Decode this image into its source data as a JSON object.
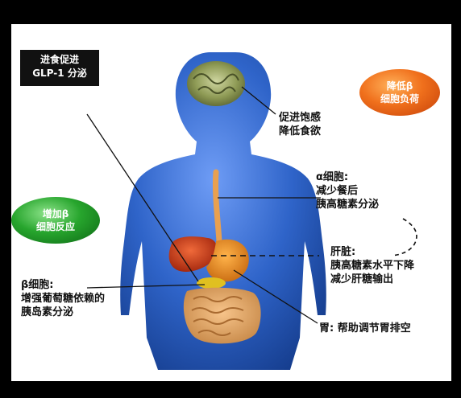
{
  "labels": {
    "glp1_box": [
      "进食促进",
      "GLP-1 分泌"
    ],
    "reduce_beta": [
      "降低β",
      "细胞负荷"
    ],
    "increase_beta": [
      "增加β",
      "细胞反应"
    ],
    "brain": [
      "促进饱感",
      "降低食欲"
    ],
    "alpha_cells": [
      "α细胞:",
      "减少餐后",
      "胰高糖素分泌"
    ],
    "liver": [
      "肝脏:",
      "胰高糖素水平下降",
      "减少肝糖输出"
    ],
    "beta_cells": [
      "β细胞:",
      "增强葡萄糖依赖的",
      "胰岛素分泌"
    ],
    "stomach": [
      "胃: 帮助调节胃排空"
    ]
  },
  "colors": {
    "body_blue": "#2f64c9",
    "body_light": "#5c8ff0",
    "badge_orange": "#e8641a",
    "badge_green": "#22a22a",
    "background": "#000000",
    "panel": "#ffffff"
  }
}
